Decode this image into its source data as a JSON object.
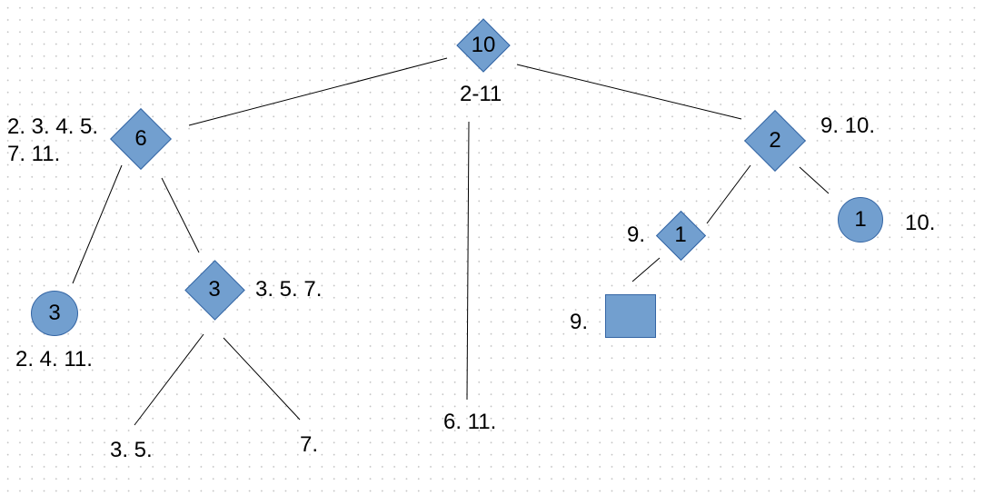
{
  "diagram": {
    "nodes": {
      "root": {
        "value": "10",
        "label": "2-11"
      },
      "left": {
        "value": "6",
        "label_line1": "2. 3. 4. 5.",
        "label_line2": "7. 11."
      },
      "left_leaf": {
        "value": "3",
        "label": "2. 4. 11."
      },
      "left_mid": {
        "value": "3",
        "label": "3. 5. 7."
      },
      "left_mid_a": {
        "label": "3. 5."
      },
      "left_mid_b": {
        "label": "7."
      },
      "center_leaf": {
        "label": "6. 11."
      },
      "right": {
        "value": "2",
        "label": "9. 10."
      },
      "right_mid": {
        "value": "1",
        "label": "9."
      },
      "right_leaf": {
        "value": "1",
        "label": "10."
      },
      "right_square": {
        "label": "9."
      }
    },
    "colors": {
      "shape_fill": "#729fcf",
      "shape_border": "#3465a4",
      "edge": "#000000"
    }
  }
}
